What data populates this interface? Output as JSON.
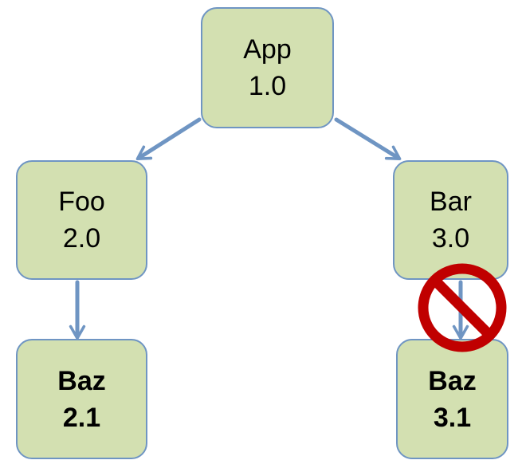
{
  "nodes": {
    "app": {
      "name": "App",
      "version": "1.0"
    },
    "foo": {
      "name": "Foo",
      "version": "2.0"
    },
    "bar": {
      "name": "Bar",
      "version": "3.0"
    },
    "baz21": {
      "name": "Baz",
      "version": "2.1"
    },
    "baz31": {
      "name": "Baz",
      "version": "3.1"
    }
  },
  "edges": [
    {
      "from": "App 1.0",
      "to": "Foo 2.0",
      "blocked": false
    },
    {
      "from": "App 1.0",
      "to": "Bar 3.0",
      "blocked": false
    },
    {
      "from": "Foo 2.0",
      "to": "Baz 2.1",
      "blocked": false
    },
    {
      "from": "Bar 3.0",
      "to": "Baz 3.1",
      "blocked": true
    }
  ],
  "colors": {
    "node_fill": "#d3e0b1",
    "node_border": "#6f95c3",
    "arrow": "#6f95c3",
    "prohibited": "#c00000"
  },
  "icons": {
    "blocked_marker": "prohibited-icon"
  }
}
